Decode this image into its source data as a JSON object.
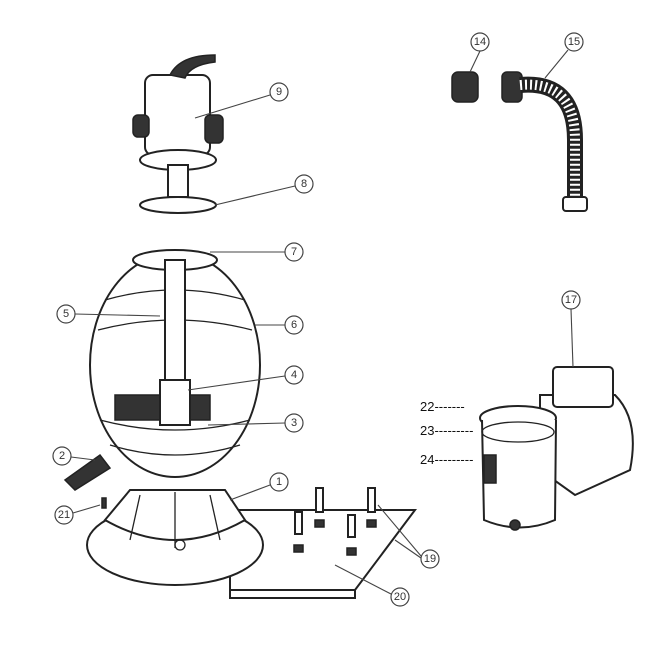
{
  "diagram": {
    "callouts": [
      {
        "id": "1"
      },
      {
        "id": "2"
      },
      {
        "id": "3"
      },
      {
        "id": "4"
      },
      {
        "id": "5"
      },
      {
        "id": "6"
      },
      {
        "id": "7"
      },
      {
        "id": "8"
      },
      {
        "id": "9"
      },
      {
        "id": "14"
      },
      {
        "id": "15"
      },
      {
        "id": "17"
      },
      {
        "id": "19"
      },
      {
        "id": "20"
      },
      {
        "id": "21"
      }
    ],
    "dash_labels": [
      "22-------",
      "23---------",
      "24---------"
    ]
  }
}
